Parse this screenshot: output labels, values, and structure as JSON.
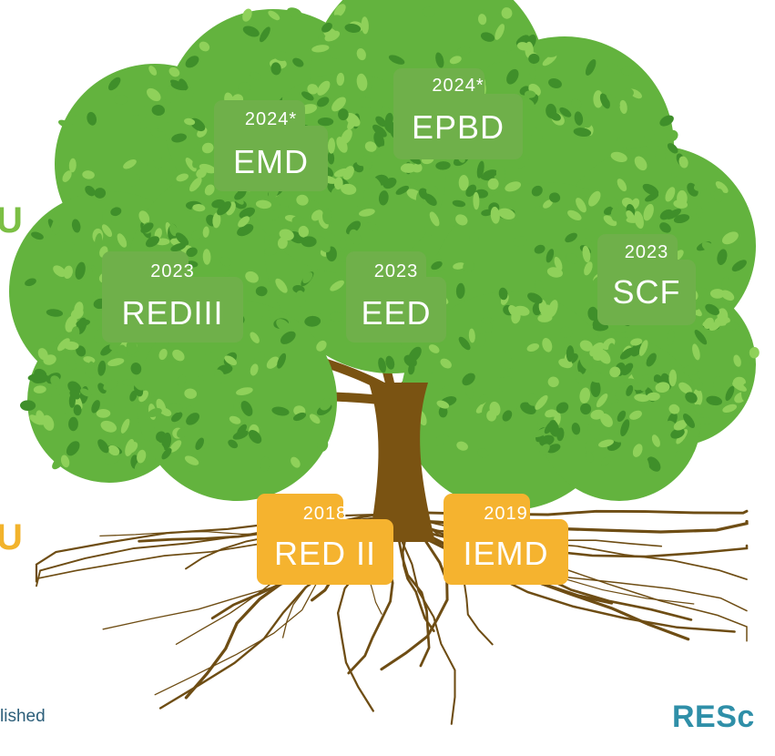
{
  "colors": {
    "leaf_light": "#8fd15a",
    "leaf_mid": "#63b33e",
    "leaf_dark": "#3f8f2a",
    "trunk": "#7a5312",
    "root": "#6e4d14",
    "label_green": "#6fb04a",
    "label_orange": "#f5b32f",
    "edge_green": "#7bbf44",
    "edge_orange": "#f2b32c",
    "brand": "#2f8fa8"
  },
  "edge_text": {
    "top_letter": "U",
    "bottom_letter": "U",
    "footnote": "lished",
    "brand": "RESc"
  },
  "labels": [
    {
      "id": "emd",
      "year": "2024*",
      "code": "EMD",
      "color": "green"
    },
    {
      "id": "epbd",
      "year": "2024*",
      "code": "EPBD",
      "color": "green"
    },
    {
      "id": "rediii",
      "year": "2023",
      "code": "REDIII",
      "color": "green"
    },
    {
      "id": "eed",
      "year": "2023",
      "code": "EED",
      "color": "green"
    },
    {
      "id": "scf",
      "year": "2023",
      "code": "SCF",
      "color": "green"
    },
    {
      "id": "red2",
      "year": "2018",
      "code": "RED II",
      "color": "orange"
    },
    {
      "id": "iemd",
      "year": "2019",
      "code": "IEMD",
      "color": "orange"
    }
  ]
}
